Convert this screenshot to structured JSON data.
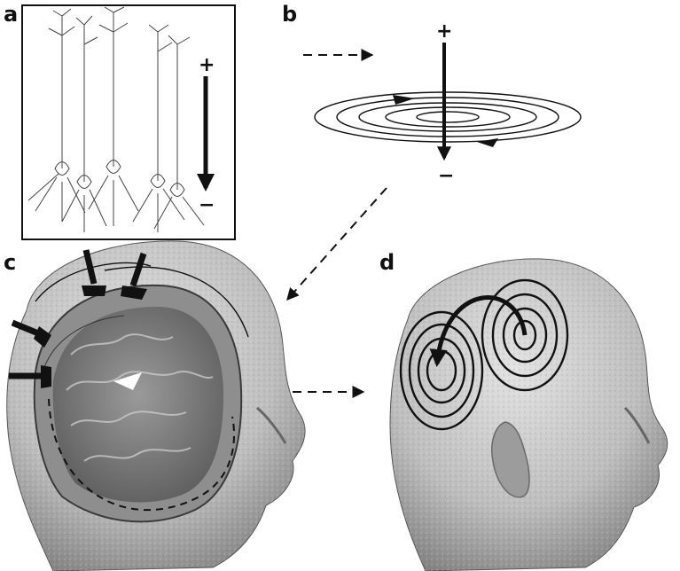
{
  "panels": {
    "a": {
      "label": "a",
      "plus": "+",
      "minus": "−"
    },
    "b": {
      "label": "b",
      "plus": "+",
      "minus": "−"
    },
    "c": {
      "label": "c"
    },
    "d": {
      "label": "d"
    }
  },
  "colors": {
    "ink": "#111111",
    "skin_light": "#d7d7d7",
    "skin_mid": "#a9a9a9",
    "skin_dark": "#6c6c6c",
    "brain": "#7f7f7f"
  },
  "icons": [
    "dashed-arrow-icon",
    "current-dipole-arrow-icon",
    "sensor-icon"
  ]
}
